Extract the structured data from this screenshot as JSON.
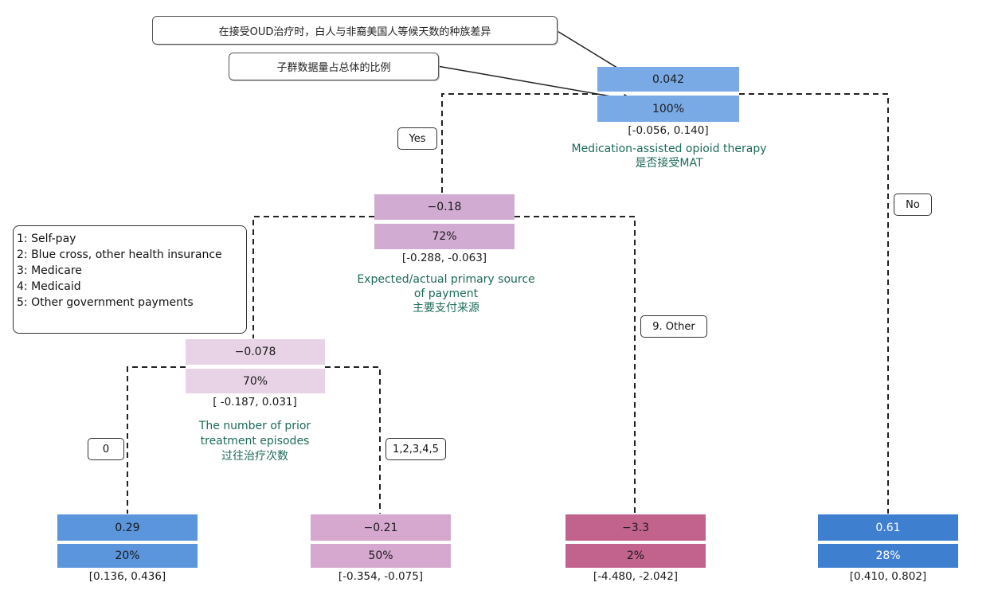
{
  "callouts": {
    "race_diff": "在接受OUD治疗时，白人与非裔美国人等候天数的种族差异",
    "subgroup_ratio": "子群数据量占总体的比例"
  },
  "root": {
    "value": "0.042",
    "pct": "100%",
    "ci": "[-0.056,  0.140]",
    "desc_en": "Medication-assisted opioid therapy",
    "desc_zh": "是否接受MAT"
  },
  "n1": {
    "value": "−0.18",
    "pct": "72%",
    "ci": "[-0.288, -0.063]",
    "desc_en1": "Expected/actual primary source",
    "desc_en2": "of payment",
    "desc_zh": "主要支付来源"
  },
  "n2": {
    "value": "−0.078",
    "pct": "70%",
    "ci": "[ -0.187,  0.031]",
    "desc_en1": "The number of prior",
    "desc_en2": "treatment episodes",
    "desc_zh": "过往治疗次数"
  },
  "leaves": [
    {
      "value": "0.29",
      "pct": "20%",
      "ci": "[0.136,  0.436]"
    },
    {
      "value": "−0.21",
      "pct": "50%",
      "ci": "[-0.354, -0.075]"
    },
    {
      "value": "−3.3",
      "pct": "2%",
      "ci": "[-4.480, -2.042]"
    },
    {
      "value": "0.61",
      "pct": "28%",
      "ci": "[0.410,  0.802]"
    }
  ],
  "edges": {
    "yes": "Yes",
    "no": "No",
    "other": "9. Other",
    "zero": "0",
    "one_to_five": "1,2,3,4,5"
  },
  "legend": [
    "1: Self-pay",
    "2: Blue cross, other health insurance",
    "3: Medicare",
    "4: Medicaid",
    "5: Other government payments"
  ],
  "colors": {
    "blue": "#5b95dc",
    "light_blue": "#8ab6ea",
    "purple": "#cfa3cf",
    "light_purple": "#e6cfe3",
    "pink_purple": "#d7a8cf",
    "magenta": "#c2638e",
    "deep_blue": "#3f7fd0",
    "desc_text": "#1c6b5a"
  }
}
